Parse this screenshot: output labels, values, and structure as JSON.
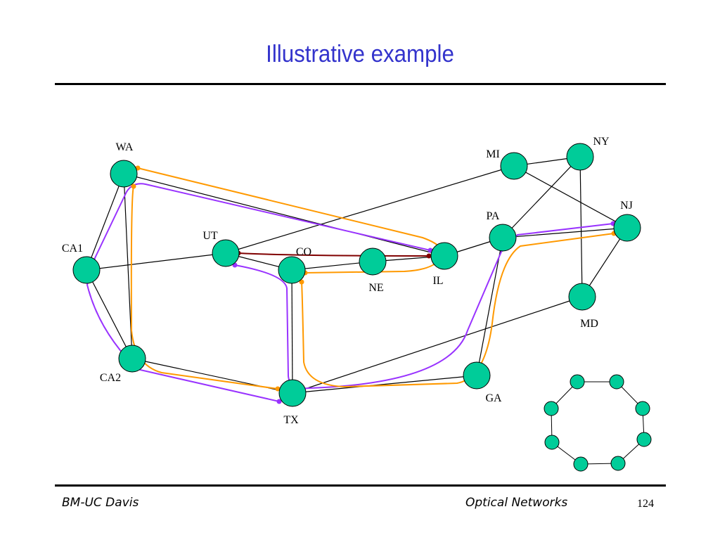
{
  "slide": {
    "title": "Illustrative example",
    "footer_left": "BM-UC Davis",
    "footer_center": "Optical Networks",
    "page_number": "124"
  },
  "colors": {
    "title": "#3333cc",
    "node_fill": "#00cc99",
    "link": "#000000",
    "path_purple": "#9933ff",
    "path_orange": "#ff9900",
    "path_darkred": "#800000"
  },
  "network": {
    "nodes": [
      {
        "id": "WA",
        "label": "WA"
      },
      {
        "id": "CA1",
        "label": "CA1"
      },
      {
        "id": "CA2",
        "label": "CA2"
      },
      {
        "id": "UT",
        "label": "UT"
      },
      {
        "id": "CO",
        "label": "CO"
      },
      {
        "id": "NE",
        "label": "NE"
      },
      {
        "id": "IL",
        "label": "IL"
      },
      {
        "id": "TX",
        "label": "TX"
      },
      {
        "id": "MI",
        "label": "MI"
      },
      {
        "id": "NY",
        "label": "NY"
      },
      {
        "id": "PA",
        "label": "PA"
      },
      {
        "id": "NJ",
        "label": "NJ"
      },
      {
        "id": "MD",
        "label": "MD"
      },
      {
        "id": "GA",
        "label": "GA"
      }
    ],
    "links": [
      [
        "WA",
        "CA1"
      ],
      [
        "WA",
        "CA2"
      ],
      [
        "WA",
        "IL"
      ],
      [
        "CA1",
        "CA2"
      ],
      [
        "CA1",
        "UT"
      ],
      [
        "CA2",
        "TX"
      ],
      [
        "UT",
        "MI"
      ],
      [
        "UT",
        "CO"
      ],
      [
        "CO",
        "NE"
      ],
      [
        "NE",
        "IL"
      ],
      [
        "CO",
        "TX"
      ],
      [
        "IL",
        "PA"
      ],
      [
        "TX",
        "GA"
      ],
      [
        "TX",
        "MD"
      ],
      [
        "GA",
        "PA"
      ],
      [
        "MI",
        "NY"
      ],
      [
        "MI",
        "NJ"
      ],
      [
        "NY",
        "PA"
      ],
      [
        "NY",
        "MD"
      ],
      [
        "PA",
        "NJ"
      ],
      [
        "NJ",
        "MD"
      ]
    ],
    "lightpaths": [
      {
        "color": "purple",
        "route": [
          "IL",
          "WA",
          "CA1",
          "CA2",
          "TX"
        ]
      },
      {
        "color": "purple",
        "route": [
          "UT",
          "CO",
          "TX",
          "PA",
          "NJ"
        ]
      },
      {
        "color": "orange",
        "route": [
          "WA",
          "IL",
          "CO"
        ]
      },
      {
        "color": "orange",
        "route": [
          "WA",
          "CA2",
          "TX"
        ]
      },
      {
        "color": "orange",
        "route": [
          "CO",
          "TX",
          "PA",
          "NJ"
        ]
      },
      {
        "color": "darkred",
        "route": [
          "UT",
          "CO",
          "NE",
          "IL"
        ]
      }
    ]
  },
  "ring": {
    "node_count": 8
  }
}
